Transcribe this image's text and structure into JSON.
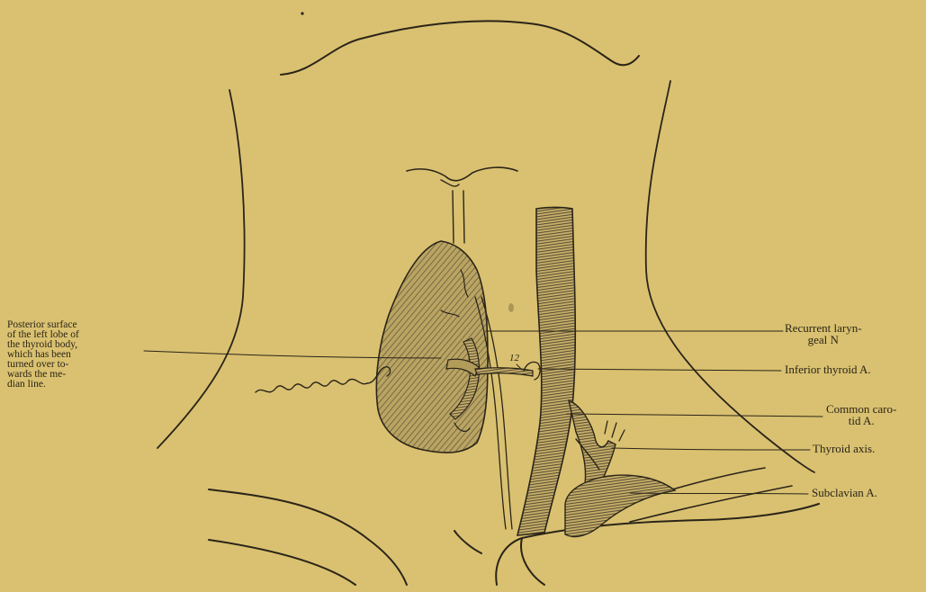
{
  "labels": {
    "posterior_surface": [
      "Posterior surface",
      "of the left lobe of",
      "the thyroid body,",
      "which has been",
      "turned over to-",
      "wards the me-",
      "dian line."
    ],
    "recurrent_laryngeal": [
      "Recurrent laryn-",
      "geal N"
    ],
    "inferior_thyroid": "Inferior thyroid A.",
    "common_carotid": [
      "Common caro-",
      "tid A."
    ],
    "thyroid_axis": "Thyroid axis.",
    "subclavian": "Subclavian A.",
    "marker": "12"
  },
  "colors": {
    "background": "#d9c171",
    "ink": "#2b2418",
    "shade": "#8e7e4e"
  }
}
